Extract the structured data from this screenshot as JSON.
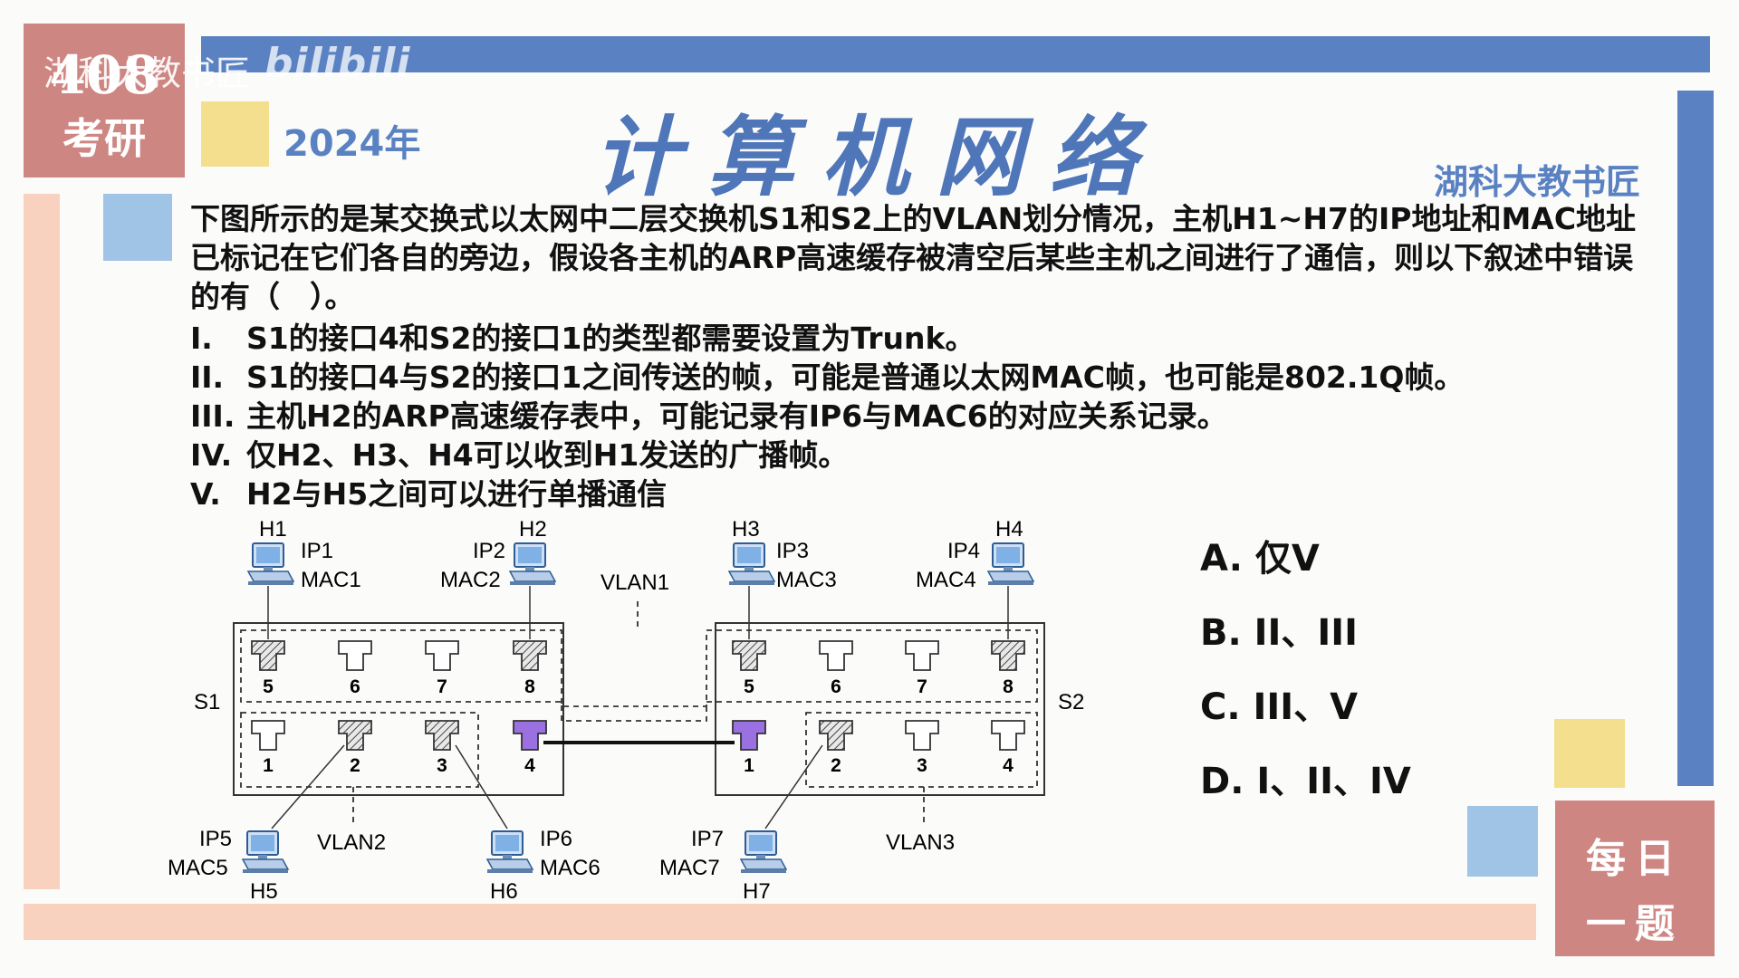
{
  "badge_top": {
    "line1": "408",
    "line2": "考研"
  },
  "watermark": {
    "text": "湖科大教书匠",
    "logo": "bilibili"
  },
  "year": "2024年",
  "title": "计算机网络",
  "author": "湖科大教书匠",
  "question": "下图所示的是某交换式以太网中二层交换机S1和S2上的VLAN划分情况，主机H1~H7的IP地址和MAC地址已标记在它们各自的旁边，假设各主机的ARP高速缓存被清空后某些主机之间进行了通信，则以下叙述中错误的有（　）。",
  "statements": [
    {
      "num": "I.",
      "text": "S1的接口4和S2的接口1的类型都需要设置为Trunk。"
    },
    {
      "num": "II.",
      "text": "S1的接口4与S2的接口1之间传送的帧，可能是普通以太网MAC帧，也可能是802.1Q帧。"
    },
    {
      "num": "III.",
      "text": "主机H2的ARP高速缓存表中，可能记录有IP6与MAC6的对应关系记录。"
    },
    {
      "num": "IV.",
      "text": "仅H2、H3、H4可以收到H1发送的广播帧。"
    },
    {
      "num": "V.",
      "text": "H2与H5之间可以进行单播通信"
    }
  ],
  "options": [
    "A. 仅V",
    "B. II、III",
    "C. III、V",
    "D. I、II、IV"
  ],
  "badge_bottom": {
    "line1": "每日",
    "line2": "一题"
  },
  "colors": {
    "accent_blue": "#5a82c3",
    "badge_red": "#cd8682",
    "pink": "#f8d2bf",
    "yellow": "#f3df8d",
    "light_blue": "#9fc4e6",
    "trunk_port": "#9b70e0"
  },
  "diagram": {
    "switches": [
      {
        "name": "S1"
      },
      {
        "name": "S2"
      }
    ],
    "vlans": [
      "VLAN1",
      "VLAN2",
      "VLAN3"
    ],
    "s1_ports_top": [
      "5",
      "6",
      "7",
      "8"
    ],
    "s1_ports_bottom": [
      "1",
      "2",
      "3",
      "4"
    ],
    "s2_ports_top": [
      "5",
      "6",
      "7",
      "8"
    ],
    "s2_ports_bottom": [
      "1",
      "2",
      "3",
      "4"
    ],
    "hosts": [
      {
        "name": "H1",
        "ip": "IP1",
        "mac": "MAC1"
      },
      {
        "name": "H2",
        "ip": "IP2",
        "mac": "MAC2"
      },
      {
        "name": "H3",
        "ip": "IP3",
        "mac": "MAC3"
      },
      {
        "name": "H4",
        "ip": "IP4",
        "mac": "MAC4"
      },
      {
        "name": "H5",
        "ip": "IP5",
        "mac": "MAC5"
      },
      {
        "name": "H6",
        "ip": "IP6",
        "mac": "MAC6"
      },
      {
        "name": "H7",
        "ip": "IP7",
        "mac": "MAC7"
      }
    ]
  }
}
